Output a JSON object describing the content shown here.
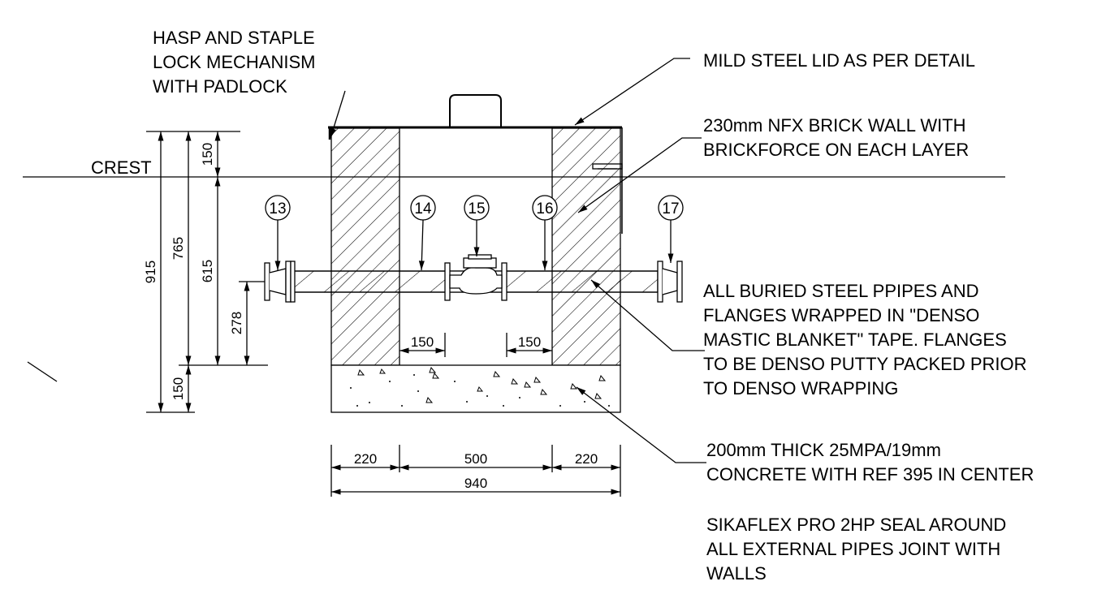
{
  "notes": {
    "hasp": [
      "HASP AND STAPLE",
      "LOCK MECHANISM",
      "WITH PADLOCK"
    ],
    "lid": "MILD STEEL LID AS PER DETAIL",
    "brick": [
      "230mm NFX BRICK WALL WITH",
      "BRICKFORCE ON EACH LAYER"
    ],
    "crest": "CREST",
    "pipes": [
      "ALL BURIED STEEL PPIPES AND",
      "FLANGES WRAPPED IN \"DENSO",
      "MASTIC BLANKET\" TAPE. FLANGES",
      "TO BE DENSO PUTTY PACKED PRIOR",
      "TO DENSO WRAPPING"
    ],
    "concrete": [
      "200mm THICK 25MPA/19mm",
      "CONCRETE WITH REF 395 IN CENTER"
    ],
    "sika": [
      "SIKAFLEX PRO 2HP SEAL AROUND",
      "ALL EXTERNAL PIPES JOINT WITH",
      "WALLS"
    ]
  },
  "bubbles": [
    "13",
    "14",
    "15",
    "16",
    "17"
  ],
  "dims": {
    "d915": "915",
    "d765": "765",
    "d615": "615",
    "d150_top": "150",
    "d150_bot": "150",
    "d278": "278",
    "d150_left": "150",
    "d150_right": "150",
    "d220_left": "220",
    "d500": "500",
    "d220_right": "220",
    "d940": "940"
  }
}
